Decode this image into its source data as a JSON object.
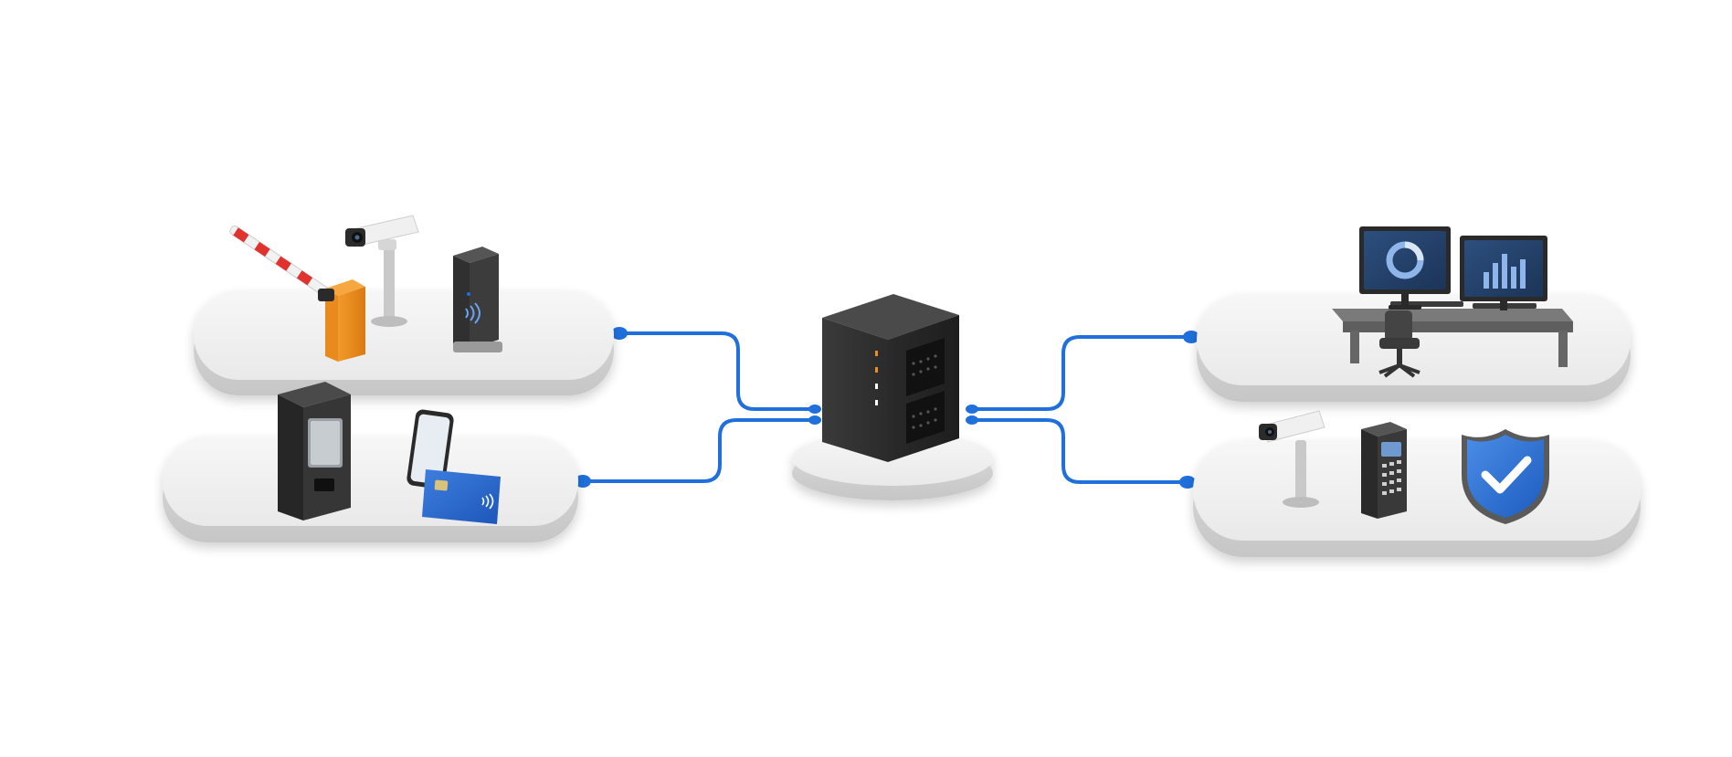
{
  "diagram": {
    "accent_color": "#1f6fdc",
    "platform_color": "#eeeeee",
    "hub": {
      "icon": "server-tower-icon"
    },
    "nodes": [
      {
        "id": "parking-entry",
        "icons": [
          "barrier-gate-icon",
          "security-camera-icon",
          "nfc-reader-icon"
        ]
      },
      {
        "id": "payment-station",
        "icons": [
          "payment-kiosk-icon",
          "smartphone-icon",
          "credit-card-icon"
        ]
      },
      {
        "id": "monitoring-desk",
        "icons": [
          "monitor-donut-chart-icon",
          "monitor-bar-chart-icon",
          "desk-icon",
          "office-chair-icon"
        ]
      },
      {
        "id": "security-cluster",
        "icons": [
          "security-camera-icon",
          "keypad-icon",
          "shield-check-icon"
        ]
      }
    ],
    "connections": [
      {
        "from": "parking-entry",
        "to": "hub"
      },
      {
        "from": "payment-station",
        "to": "hub"
      },
      {
        "from": "hub",
        "to": "monitoring-desk"
      },
      {
        "from": "hub",
        "to": "security-cluster"
      }
    ],
    "status_led_colors": [
      "#f08a24",
      "#f08a24",
      "#ffffff",
      "#ffffff"
    ]
  }
}
